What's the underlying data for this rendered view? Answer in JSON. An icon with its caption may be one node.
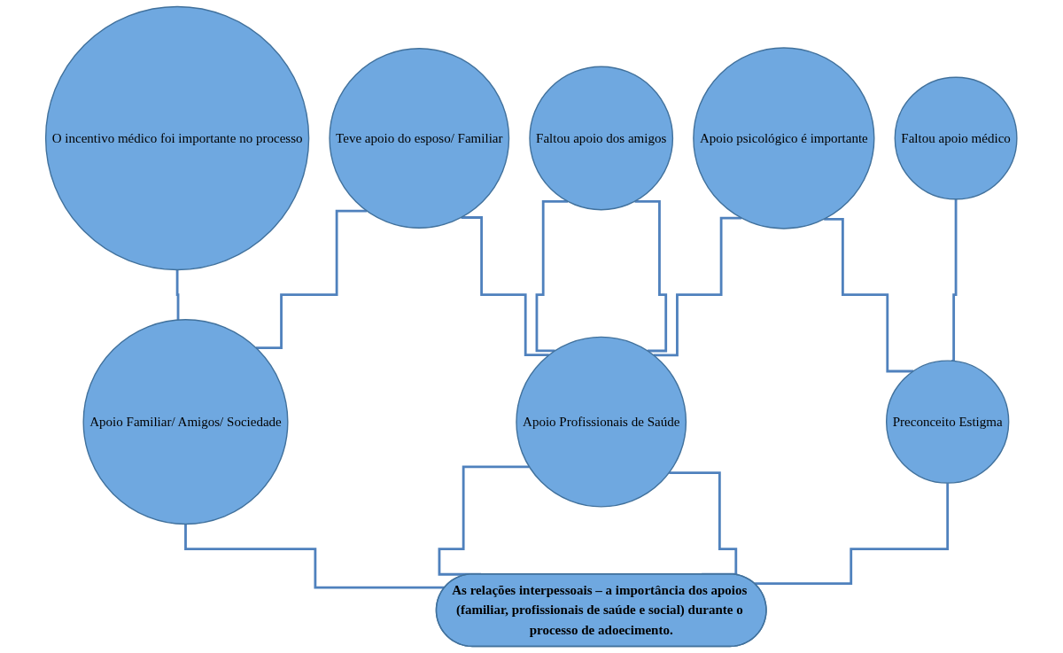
{
  "diagram": {
    "nodes": [
      {
        "text": [
          "O incentivo médico foi importante no processo"
        ]
      },
      {
        "text": [
          "Teve apoio do esposo/ Familiar"
        ]
      },
      {
        "text": [
          "Faltou apoio dos amigos"
        ]
      },
      {
        "text": [
          "Apoio psicológico é importante"
        ]
      },
      {
        "text": [
          "Faltou apoio médico"
        ]
      },
      {
        "text": [
          "Apoio Familiar/ Amigos/ Sociedade"
        ]
      },
      {
        "text": [
          "Apoio Profissionais de Saúde"
        ]
      },
      {
        "text": [
          "Preconceito Estigma"
        ]
      },
      {
        "text": [
          "As relações interpessoais – a importância dos apoios (familiar, profissionais de saúde e social) durante o processo de adoecimento."
        ]
      }
    ],
    "edges": [
      {
        "from": 0,
        "to": 5,
        "arrow": "none"
      },
      {
        "from": 1,
        "to": 5,
        "arrow": "none"
      },
      {
        "from": 1,
        "to": 6,
        "arrow": "none"
      },
      {
        "from": 2,
        "to": 6,
        "arrow": "none"
      },
      {
        "from": 2,
        "to": 6,
        "arrow": "none"
      },
      {
        "from": 3,
        "to": 6,
        "arrow": "none"
      },
      {
        "from": 3,
        "to": 7,
        "arrow": "none"
      },
      {
        "from": 4,
        "to": 7,
        "arrow": "none"
      },
      {
        "from": 5,
        "to": 8,
        "arrow": "none"
      },
      {
        "from": 6,
        "to": 8,
        "arrow": "none"
      },
      {
        "from": 6,
        "to": 8,
        "arrow": "none"
      },
      {
        "from": 7,
        "to": 8,
        "arrow": "none"
      }
    ]
  }
}
